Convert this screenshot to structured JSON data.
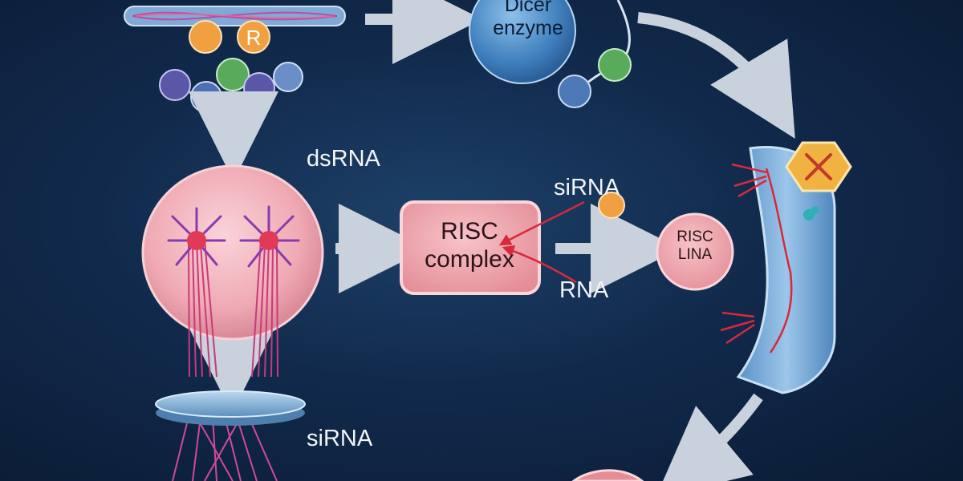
{
  "diagram": {
    "labels": {
      "dsrna": "dsRNA",
      "sirna_mid": "siRNA",
      "rna": "RNA",
      "sirna_bottom": "siRNA",
      "risc_complex_line1": "RISC",
      "risc_complex_line2": "complex",
      "risc_lina_line1": "RISC",
      "risc_lina_line2": "LINA",
      "dicer_line1": "Dicer",
      "dicer_line2": "enzyme",
      "bead_r": "R"
    },
    "colors": {
      "background": "#112a4c",
      "arrow": "#c9d2dc",
      "red_arrow": "#d8283a",
      "cell_fill": "#f2b6bf",
      "risc_fill": "#f0a4ad",
      "dicer_fill": "#4f8fc8",
      "tube_fill": "#7fb0de",
      "hexagon": "#f0b240"
    },
    "icons": [
      "crossed-hexagon-icon"
    ]
  }
}
